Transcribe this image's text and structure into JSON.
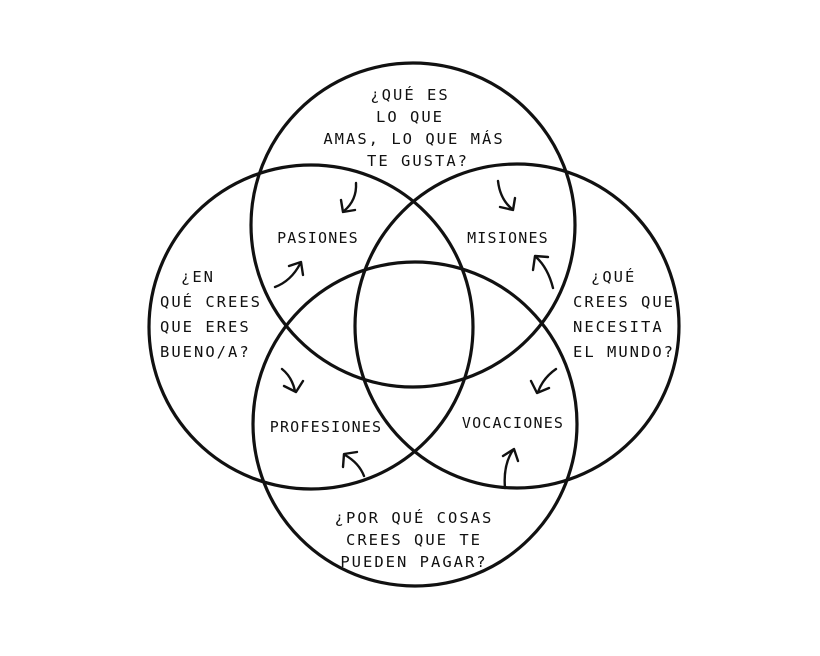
{
  "circles": {
    "top": {
      "question": [
        "¿QUÉ ES",
        "LO QUE",
        "AMAS, LO QUE MÁS",
        "TE GUSTA?"
      ]
    },
    "left": {
      "question": [
        "¿EN",
        "QUÉ CREES",
        "QUE ERES",
        "BUENO/A?"
      ]
    },
    "right": {
      "question": [
        "¿QUÉ",
        "CREES QUE",
        "NECESITA",
        "EL MUNDO?"
      ]
    },
    "bottom": {
      "question": [
        "¿POR QUÉ COSAS",
        "CREES QUE TE",
        "PUEDEN PAGAR?"
      ]
    }
  },
  "intersections": {
    "top_left": "PASIONES",
    "top_right": "MISIONES",
    "bottom_left": "PROFESIONES",
    "bottom_right": "VOCACIONES"
  },
  "colors": {
    "ink": "#111111",
    "background": "#ffffff"
  }
}
